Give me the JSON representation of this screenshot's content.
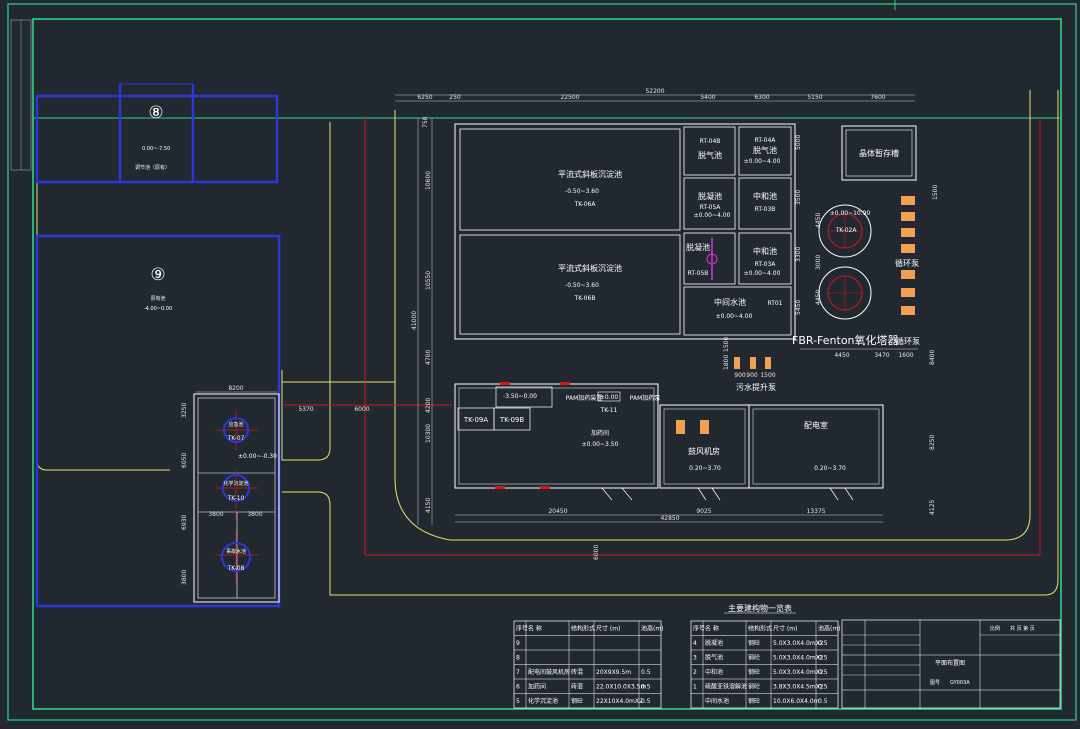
{
  "title_table": "主要建构物一览表",
  "table_headers": [
    "序号",
    "名 称",
    "结构形式",
    "尺寸 (m)",
    "池高(m)"
  ],
  "table_left_rows": [
    {
      "no": "9",
      "name": "",
      "struct": "",
      "size": "",
      "height": ""
    },
    {
      "no": "8",
      "name": "",
      "struct": "",
      "size": "",
      "height": ""
    },
    {
      "no": "7",
      "name": "配电间鼓风机房",
      "struct": "砖混",
      "size": "20X9X9.5m",
      "height": "0.5"
    },
    {
      "no": "6",
      "name": "加药间",
      "struct": "砖混",
      "size": "22.0X10.0X3.5m",
      "height": "0.5"
    },
    {
      "no": "5",
      "name": "化学沉淀池",
      "struct": "钢砼",
      "size": "22X10X4.0mX2",
      "height": "0.5"
    }
  ],
  "table_right_rows": [
    {
      "no": "4",
      "name": "脱凝池",
      "struct": "钢砼",
      "size": "5.0X3.0X4.0mX2",
      "height": "0.5"
    },
    {
      "no": "3",
      "name": "脱气池",
      "struct": "钢砼",
      "size": "5.0X3.0X4.0mX2",
      "height": "0.5"
    },
    {
      "no": "2",
      "name": "中和池",
      "struct": "钢砼",
      "size": "5.0X3.0X4.0mX2",
      "height": "0.5"
    },
    {
      "no": "1",
      "name": "硫酸亚铁溶解池",
      "struct": "钢砼",
      "size": "3.8X3.0X4.5mX2",
      "height": "0.5"
    },
    {
      "no": "",
      "name": "中间水池",
      "struct": "钢砼",
      "size": "10.0X6.0X4.0m",
      "height": "0.5"
    }
  ],
  "labels": {
    "zone8": "⑧",
    "zone9": "⑨",
    "zone8_elev": "0.00~-7.50",
    "zone8_name": "调节池（原有）",
    "zone9_name": "原有池",
    "zone9_elev": "-4.00~0.00",
    "tk06a_name": "平流式斜板沉淀池",
    "tk06a_elev": "-0.50~3.60",
    "tk06a_id": "TK-06A",
    "tk06b_name": "平流式斜板沉淀池",
    "tk06b_elev": "-0.50~3.60",
    "tk06b_id": "TK-06B",
    "rt04b_id": "RT-04B",
    "rt04b_name": "脱气池",
    "rt04a_id": "RT-04A",
    "rt04a_name": "脱气池",
    "rt04a_elev": "±0.00~4.00",
    "rt05a_name": "脱凝池",
    "rt05a_id": "RT-05A",
    "rt05a_elev": "±0.00~4.00",
    "rt03b_name": "中和池",
    "rt03b_id": "RT-03B",
    "rt05b_name": "脱凝池",
    "rt05b_id": "RT-05B",
    "rt03a_name": "中和池",
    "rt03a_id": "RT-03A",
    "rt03a_elev": "±0.00~4.00",
    "rt01_name": "中间水池",
    "rt01_id": "RT01",
    "rt01_elev": "±0.00~4.00",
    "tank_storage": "晶体暂存槽",
    "tk02a_elev": "±0.00~10.90",
    "tk02a_id": "TK-02A",
    "circ_pump": "循环泵",
    "fenton": "FBR-Fenton氧化塔器",
    "circ_pump2": "循环泵",
    "lift_pump": "污水提升泵",
    "pam": "PAM加药装置",
    "pam2": "PAM加药泵",
    "tk11_elev": "±0.00",
    "tk11_id": "TK-11",
    "tk09a_id": "TK-09A",
    "tk09b_id": "TK-09B",
    "chem_house": "加药间",
    "chem_house_elev": "±0.00~3.50",
    "tk11_top": "-3.50~0.00",
    "blower_room": "鼓风机房",
    "blower_elev": "0.20~3.70",
    "power_room": "配电室",
    "power_elev": "0.20~3.70",
    "tk07_name": "应急池",
    "tk07_id": "TK-07",
    "tk10_elev": "±0.00~-0.30",
    "tk10_name": "化学沉淀池",
    "tk10_id": "TK-10",
    "tk08_name": "事故水池",
    "tk08_id": "TK-08",
    "grid_8200": "8200",
    "dim_5370": "5370",
    "dim_6000a": "6000",
    "dim_6000b": "6000",
    "dim_3800a": "3800",
    "dim_3800b": "3800",
    "dim_20450": "20450",
    "dim_9025": "9025",
    "dim_13375": "13375",
    "dim_42850": "42850",
    "dim_52200": "52200",
    "top_dims": [
      "6250",
      "250",
      "22500",
      "5400",
      "6300",
      "5150",
      "7600"
    ],
    "left_dims": [
      "750",
      "10600",
      "10550",
      "41000",
      "4700",
      "4200",
      "10300",
      "4150"
    ],
    "right_dims": [
      "5000",
      "3500",
      "3300",
      "5450",
      "4450",
      "3000",
      "4450",
      "1500",
      "8400",
      "8250",
      "4125"
    ],
    "small_dims": [
      "4450",
      "3470",
      "1600",
      "1800",
      "1500",
      "900",
      "900",
      "1500"
    ],
    "tk_left_dims": [
      "3250",
      "6050",
      "6930",
      "3800"
    ]
  },
  "title_block": {
    "drawing_name": "平面布置图",
    "project_label": "图号",
    "drawing_no": "GY003A",
    "scale_label": "比例",
    "sheet_label": "共 页 第 页"
  },
  "colors": {
    "background": "#212830",
    "frame": "#29d68a",
    "building": "#ffffff",
    "blue_struct": "#2a38d8",
    "red_line": "#d41818",
    "yellow_road": "#e8e26a",
    "magenta": "#e030e0",
    "orange": "#f0a050"
  }
}
